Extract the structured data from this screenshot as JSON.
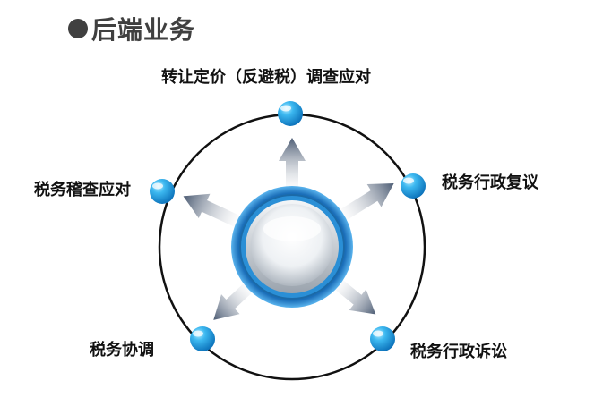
{
  "title": "后端业务",
  "diagram": {
    "center_label": "",
    "nodes": [
      {
        "label": "转让定价（反避税）调查应对"
      },
      {
        "label": "税务行政复议"
      },
      {
        "label": "税务行政诉讼"
      },
      {
        "label": "税务协调"
      },
      {
        "label": "税务稽查应对"
      }
    ]
  },
  "colors": {
    "title": "#404040",
    "ring": "#111111",
    "node": "#1e9be0",
    "center_ring": "#2a8fd6",
    "arrow": "#5a6a80"
  }
}
